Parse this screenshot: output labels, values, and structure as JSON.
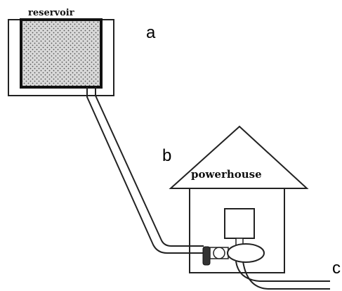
{
  "diagram": {
    "reservoir_label": "reservoir",
    "powerhouse_label": "powerhouse",
    "marker_a": "a",
    "marker_b": "b",
    "marker_c": "c"
  }
}
